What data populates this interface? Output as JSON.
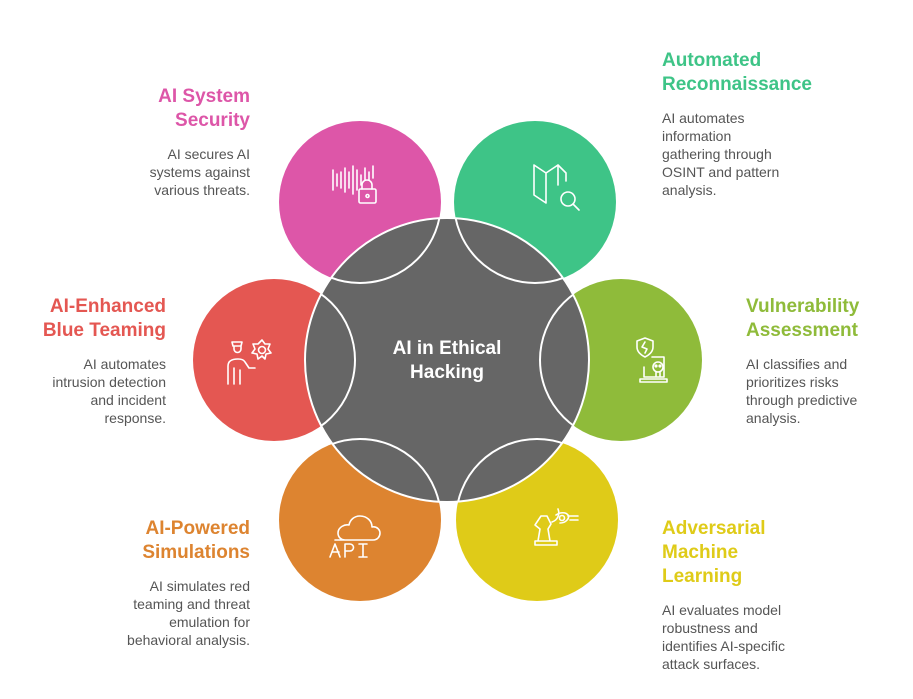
{
  "center": {
    "title_lines": [
      "AI in Ethical",
      "Hacking"
    ],
    "color": "#666666"
  },
  "items": [
    {
      "id": "ai-system-security",
      "title_lines": [
        "AI System",
        "Security"
      ],
      "desc_lines": [
        "AI secures AI",
        "systems against",
        "various threats."
      ],
      "color": "#DD56A8",
      "icon": "soundwave-lock-icon"
    },
    {
      "id": "automated-reconnaissance",
      "title_lines": [
        "Automated",
        "Reconnaissance"
      ],
      "desc_lines": [
        "AI automates",
        "information",
        "gathering through",
        "OSINT and pattern",
        "analysis."
      ],
      "color": "#3EC487",
      "icon": "map-search-icon"
    },
    {
      "id": "vulnerability-assessment",
      "title_lines": [
        "Vulnerability",
        "Assessment"
      ],
      "desc_lines": [
        "AI classifies and",
        "prioritizes risks",
        "through predictive",
        "analysis."
      ],
      "color": "#8FBB3A",
      "icon": "shield-laptop-skull-icon"
    },
    {
      "id": "adversarial-machine-learning",
      "title_lines": [
        "Adversarial",
        "Machine",
        "Learning"
      ],
      "desc_lines": [
        "AI evaluates model",
        "robustness and",
        "identifies AI-specific",
        "attack surfaces."
      ],
      "color": "#DFCB18",
      "icon": "chess-knight-robot-icon"
    },
    {
      "id": "ai-powered-simulations",
      "title_lines": [
        "AI-Powered",
        "Simulations"
      ],
      "desc_lines": [
        "AI simulates red",
        "teaming and threat",
        "emulation for",
        "behavioral analysis."
      ],
      "color": "#DD8430",
      "icon": "cloud-api-icon"
    },
    {
      "id": "ai-enhanced-blue-teaming",
      "title_lines": [
        "AI-Enhanced",
        "Blue Teaming"
      ],
      "desc_lines": [
        "AI automates",
        "intrusion detection",
        "and incident",
        "response."
      ],
      "color": "#E45752",
      "icon": "guard-gear-icon"
    }
  ]
}
